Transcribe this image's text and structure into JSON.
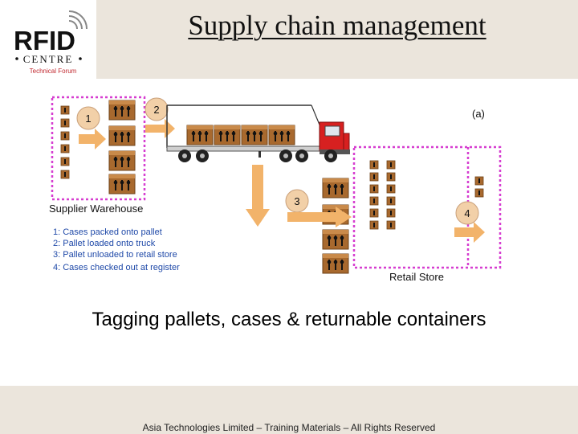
{
  "logo": {
    "brand": "RFID",
    "sub": "CENTRE",
    "forum": "Technical Forum"
  },
  "title": "Supply chain management",
  "diagram": {
    "figure_label": "(a)",
    "steps": [
      "1",
      "2",
      "3",
      "4"
    ],
    "supplier_label": "Supplier Warehouse",
    "retail_label": "Retail Store",
    "legend": [
      "1: Cases packed onto pallet",
      "2: Pallet loaded onto truck",
      "3: Pallet unloaded to retail store",
      "4: Cases checked out at register"
    ]
  },
  "caption": "Tagging pallets, cases & returnable containers",
  "footer": "Asia Technologies Limited – Training Materials – All Rights Reserved",
  "colors": {
    "box_border": "#d63dd0",
    "arrow": "#f2b36a",
    "crate": "#a8692e",
    "truck_red": "#d72020",
    "band": "#ebe5dc"
  }
}
